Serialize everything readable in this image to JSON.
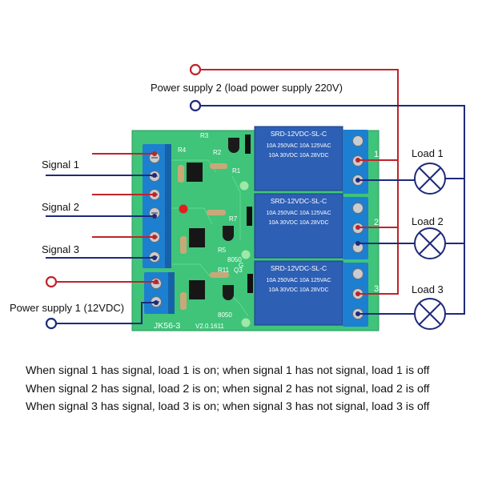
{
  "labels": {
    "power_supply_2": "Power supply 2 (load power supply 220V)",
    "power_supply_1": "Power supply 1 (12VDC)",
    "signals": [
      "Signal 1",
      "Signal 2",
      "Signal 3"
    ],
    "loads": [
      "Load 1",
      "Load 2",
      "Load 3"
    ]
  },
  "board": {
    "model": "JK56-3",
    "version": "V2.0.1611",
    "relay_line1": "SRD-12VDC-SL-C",
    "relay_spec_a": "10A 250VAC  10A 125VAC",
    "relay_spec_b": "10A 30VDC  10A 28VDC",
    "channels": [
      "1",
      "2",
      "3"
    ],
    "components": [
      "R3",
      "R4",
      "R2",
      "R1",
      "R7",
      "R5",
      "R11",
      "Q3",
      "8050",
      "8050",
      "G"
    ]
  },
  "captions": [
    "When signal 1 has signal, load 1 is on; when signal 1 has not signal, load 1 is off",
    "When signal 2 has signal, load 2 is on; when signal 2 has not signal, load 2 is off",
    "When signal 3 has signal, load 3 is on; when signal 3 has not signal, load 3 is off"
  ],
  "colors": {
    "red_wire": "#c0232a",
    "blue_wire": "#1f2a7a",
    "pcb": "#3fc47a",
    "relay": "#2d5fb5",
    "terminal": "#1d7fd0"
  }
}
